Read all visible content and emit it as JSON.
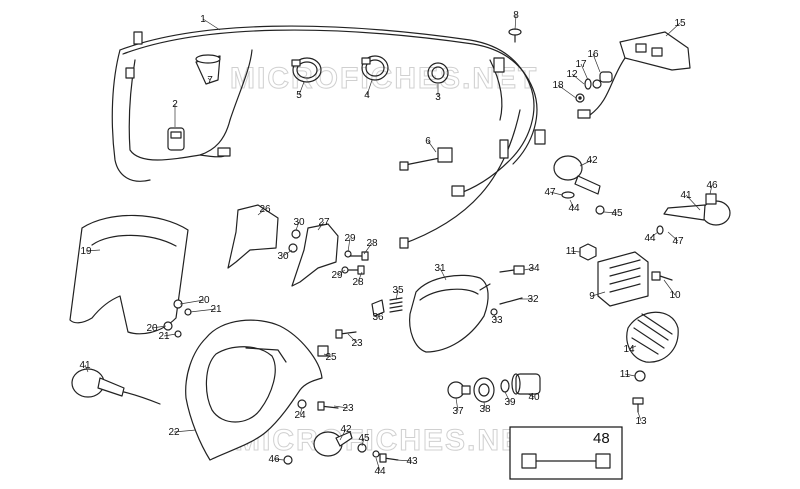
{
  "watermark": {
    "top": "MICROFICHES.NET",
    "bottom": "MICROFICHES.NET"
  },
  "callouts": [
    "1",
    "2",
    "3",
    "4",
    "5",
    "6",
    "7",
    "8",
    "9",
    "10",
    "11",
    "11",
    "12",
    "13",
    "14",
    "15",
    "16",
    "17",
    "18",
    "19",
    "20",
    "20",
    "21",
    "21",
    "22",
    "23",
    "23",
    "24",
    "25",
    "26",
    "27",
    "28",
    "28",
    "29",
    "29",
    "30",
    "30",
    "31",
    "32",
    "33",
    "34",
    "35",
    "36",
    "37",
    "38",
    "39",
    "40",
    "41",
    "41",
    "42",
    "42",
    "43",
    "44",
    "44",
    "44",
    "45",
    "45",
    "46",
    "46",
    "47",
    "47"
  ],
  "inset": {
    "label": "48"
  }
}
